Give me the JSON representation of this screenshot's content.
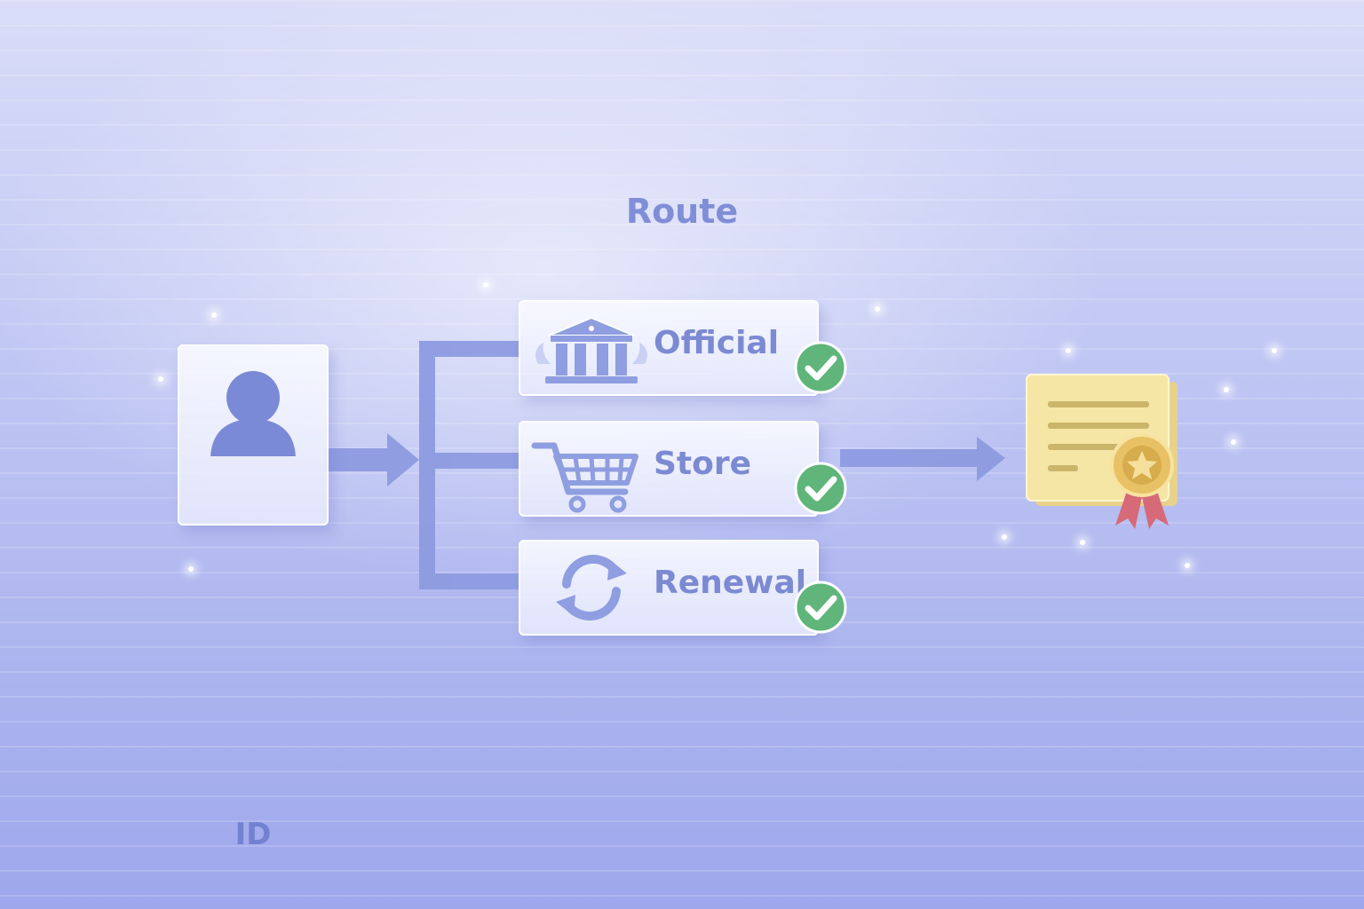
{
  "title": "Route",
  "source": {
    "label": "ID",
    "icon": "person-icon"
  },
  "routes": [
    {
      "label": "Official",
      "icon": "government-building-icon",
      "status_icon": "check-icon"
    },
    {
      "label": "Store",
      "icon": "shopping-cart-icon",
      "status_icon": "check-icon"
    },
    {
      "label": "Renewal",
      "icon": "refresh-cycle-icon",
      "status_icon": "check-icon"
    }
  ],
  "destination": {
    "icon": "certificate-with-seal-icon"
  },
  "colors": {
    "background": "#b9c0f2",
    "accent": "#7b8ad2",
    "connector": "#8e9be0",
    "check": "#5fb57a",
    "certificate": "#f4e29c",
    "ribbon": "#d66a78"
  }
}
